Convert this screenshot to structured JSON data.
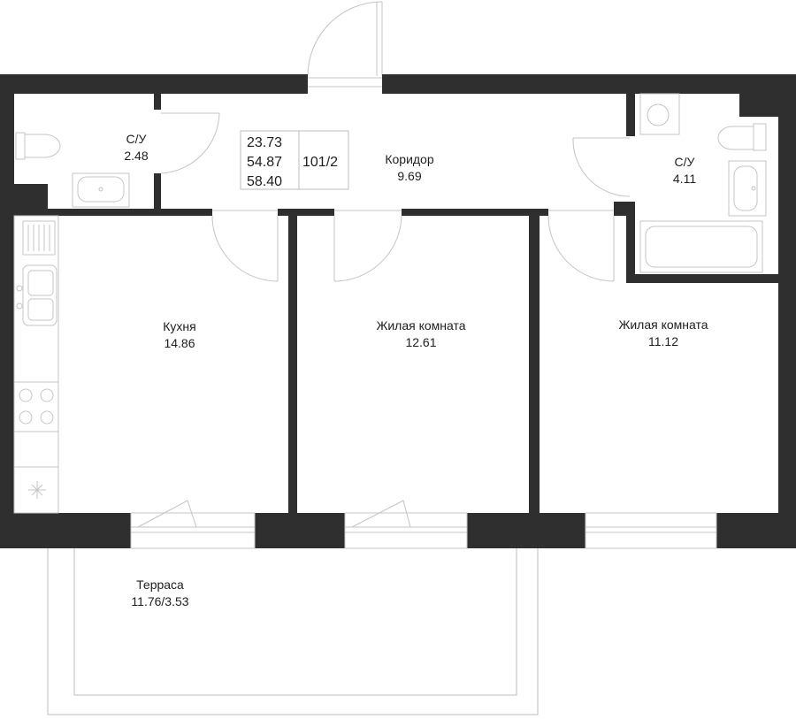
{
  "apartment": {
    "number": "101/2",
    "area_living": "23.73",
    "area_total": "54.87",
    "area_with_terrace": "58.40"
  },
  "rooms": {
    "wc1": {
      "name": "С/У",
      "area": "2.48"
    },
    "corridor": {
      "name": "Коридор",
      "area": "9.69"
    },
    "wc2": {
      "name": "С/У",
      "area": "4.11"
    },
    "kitchen": {
      "name": "Кухня",
      "area": "14.86"
    },
    "living1": {
      "name": "Жилая комната",
      "area": "12.61"
    },
    "living2": {
      "name": "Жилая комната",
      "area": "11.12"
    },
    "terrace": {
      "name": "Терраса",
      "area": "11.76/3.53"
    }
  },
  "colors": {
    "wall": "#2f2f2f",
    "line": "#c4c4c4",
    "background": "#ffffff"
  }
}
